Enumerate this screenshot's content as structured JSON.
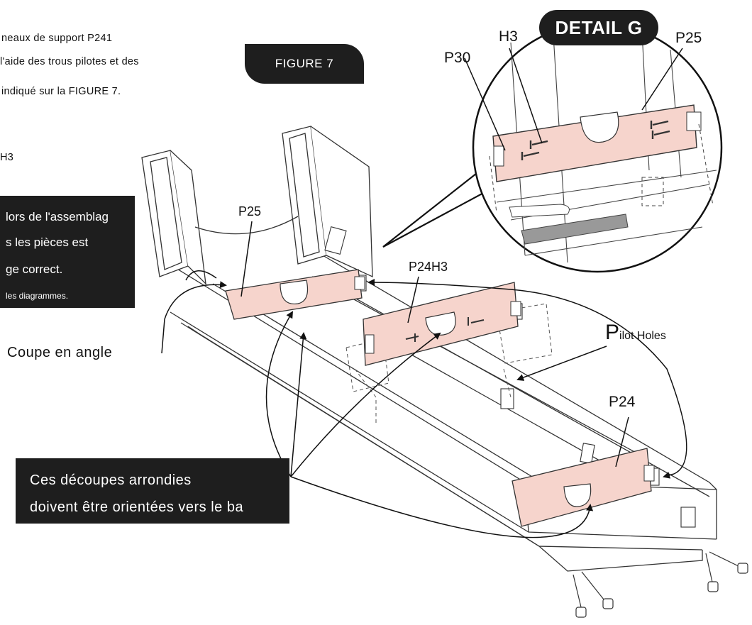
{
  "intro_text": {
    "line1": "neaux de support P241",
    "line2": "l'aide des trous pilotes et des",
    "line3": "indiqué sur la FIGURE 7.",
    "line4": "H3"
  },
  "warning_box": {
    "line1": "lors de l'assemblag",
    "line2": "s les pièces est",
    "line3": "ge correct.",
    "line4": "les diagrammes."
  },
  "figure_label": "FIGURE 7",
  "detail_label": "DETAIL G",
  "detail_parts": {
    "p30": "P30",
    "h3": "H3",
    "p25": "P25"
  },
  "main_parts": {
    "p25": "P25",
    "p24h3": "P24H3",
    "p24": "P24"
  },
  "pilot_holes": {
    "initial": "P",
    "rest": "ilot Holes"
  },
  "angle_cut_label": "Coupe en angle",
  "bottom_box": {
    "line1": "Ces découpes arrondies",
    "line2": "doivent être orientées vers le ba"
  },
  "colors": {
    "panel": "#f6d4cc",
    "box_bg": "#1e1e1e",
    "line": "#222222"
  }
}
